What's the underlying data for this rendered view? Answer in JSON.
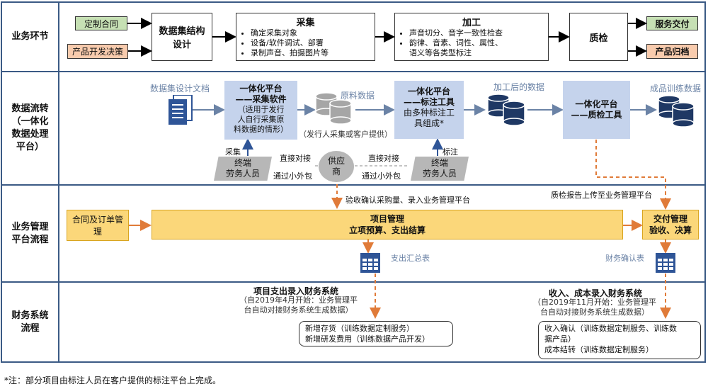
{
  "lanes": {
    "business": "业务环节",
    "data_flow": "数据流转\n（一体化\n数据处理\n平台）",
    "mgmt": "业务管理\n平台流程",
    "finance": "财务系统\n流程"
  },
  "business": {
    "contract": "定制合同",
    "product_dev": "产品开发决策",
    "design": "数据集结构\n设计",
    "collect_title": "采集",
    "collect_items": [
      "确定采集对象",
      "设备/软件调试、部署",
      "录制声音、拍摄图片等"
    ],
    "process_title": "加工",
    "process_items": [
      "声音切分、音字一致性检查",
      "韵律、音素、词性、属性、",
      "语义等各类型标注"
    ],
    "qc": "质检",
    "delivery": "服务交付",
    "archive": "产品归档"
  },
  "dataflow": {
    "doc_label": "数据集设计文档",
    "platform1_title": "一体化平台\n——采集软件",
    "platform1_sub": "（适用于发行\n人自行采集原\n料数据的情形）",
    "raw_data": "原料数据",
    "raw_source": "（发行人采集或客户提供）",
    "platform2_title": "一体化平台\n——标注工具",
    "platform2_sub": "由多种标注工\n具组成*",
    "processed_data": "加工后的数据",
    "platform3": "一体化平台\n——质检工具",
    "final_data": "成品训练数据",
    "collect_label": "采集",
    "annotate_label": "标注",
    "terminal1": "终端\n劳务人员",
    "terminal2": "终端\n劳务人员",
    "direct1": "直接对接",
    "direct2": "直接对接",
    "outsource1": "通过小外包",
    "outsource2": "通过小外包",
    "supplier": "供应\n商"
  },
  "mgmt": {
    "accept_label": "验收确认采购量、录入业务管理平台",
    "qc_report": "质检报告上传至业务管理平台",
    "order": "合同及订单管理",
    "project": "项目管理\n立项预算、支出结算",
    "delivery_mgmt": "交付管理\n验收、决算",
    "expense_sheet": "支出汇总表",
    "finance_confirm": "财务确认表"
  },
  "finance": {
    "left_title": "项目支出录入财务系统",
    "left_note": "（自2019年4月开始：业务管理平\n台自动对接财务系统生成数据）",
    "left_box": "新增存货（训练数据定制服务）\n新增研发费用（训练数据产品开发）",
    "right_title": "收入、成本录入财务系统",
    "right_note": "（自2019年11月开始：业务管理平\n台自动对接财务系统生成数据）",
    "right_box": "收入确认（训练数据定制服务、训练数\n据产品）\n成本结转（训练数据定制服务）"
  },
  "footnote": "*注：部分项目由标注人员在客户提供的标注平台上完成。",
  "colors": {
    "frame": "#3b5a85",
    "platform": "#c5d3ec",
    "yellow": "#fbd77a",
    "green": "#c6e0b4",
    "orange": "#f8cbad",
    "db": "#1f3864",
    "dash": "#e07b39"
  }
}
